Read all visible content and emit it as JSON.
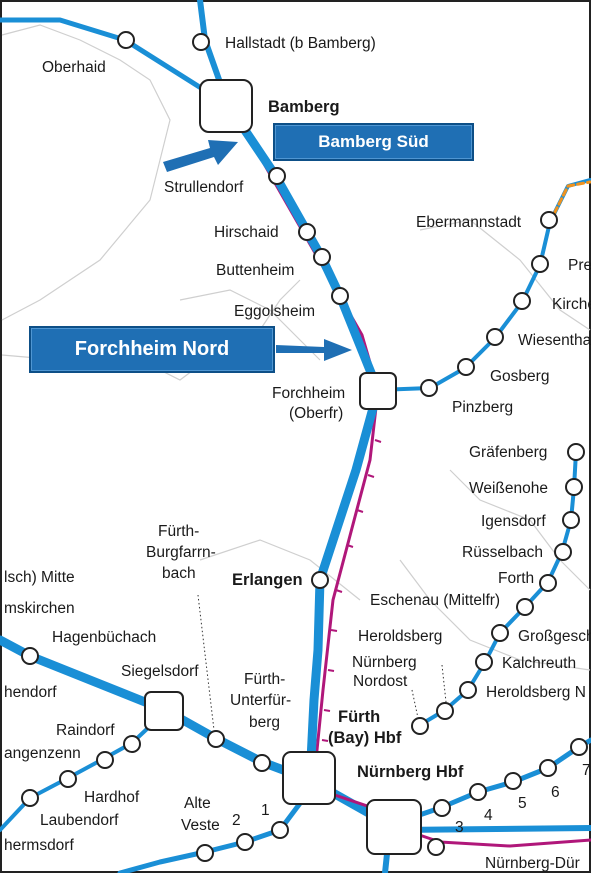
{
  "colors": {
    "line": "#1a8fd6",
    "line_dark": "#0b6fb0",
    "regional": "#b0177a",
    "planned": "#f0921e",
    "border": "#c8c8c8",
    "callout_bg": "#1f6fb4"
  },
  "stations": {
    "hallstadt": "Hallstadt (b Bamberg)",
    "oberhaid": "Oberhaid",
    "bamberg": "Bamberg",
    "strullendorf": "Strullendorf",
    "hirschaid": "Hirschaid",
    "buttenheim": "Buttenheim",
    "eggolsheim": "Eggolsheim",
    "forchheim": [
      "Forchheim",
      "(Oberfr)"
    ],
    "ebermannstadt": "Ebermannstadt",
    "pre": "Pre",
    "kirch": "Kirche",
    "wiesenth": "Wiesentha",
    "gosberg": "Gosberg",
    "pinzberg": "Pinzberg",
    "graefenberg": "Gräfenberg",
    "weissenohe": "Weißenohe",
    "igensdorf": "Igensdorf",
    "ruesselbach": "Rüsselbach",
    "forth": "Forth",
    "eschenau": "Eschenau (Mittelfr)",
    "heroldsberg": "Heroldsberg",
    "grossgesch": "Großgesch",
    "nuernberg_nordost": [
      "Nürnberg",
      "Nordost"
    ],
    "kalchreuth": "Kalchreuth",
    "heroldsberg_n": "Heroldsberg N",
    "erlangen": "Erlangen",
    "fuerth_burgfarrnbach": [
      "Fürth-",
      "Burgfarrn-",
      "bach"
    ],
    "mitte": "lsch) Mitte",
    "emskirchen": "mskirchen",
    "hagenbuechach": "Hagenbüchach",
    "siegelsdorf": "Siegelsdorf",
    "hendorf": "hendorf",
    "raindorf": "Raindorf",
    "langenzenn": "angenzenn",
    "hardhof": "Hardhof",
    "laubendorf": "Laubendorf",
    "hermsdorf": "hermsdorf",
    "fuerth_unterfuerberg": [
      "Fürth-",
      "Unterfür-",
      "berg"
    ],
    "fuerth_hbf": [
      "Fürth",
      "(Bay) Hbf"
    ],
    "nuernberg_hbf": "Nürnberg Hbf",
    "alte_veste": [
      "Alte",
      "Veste"
    ],
    "n1": "1",
    "n2": "2",
    "n3": "3",
    "n4": "4",
    "n5": "5",
    "n6": "6",
    "n7": "7",
    "nuernberg_dur": "Nürnberg-Dür"
  },
  "callouts": {
    "bamberg_sued": "Bamberg Süd",
    "forchheim_nord": "Forchheim Nord"
  }
}
